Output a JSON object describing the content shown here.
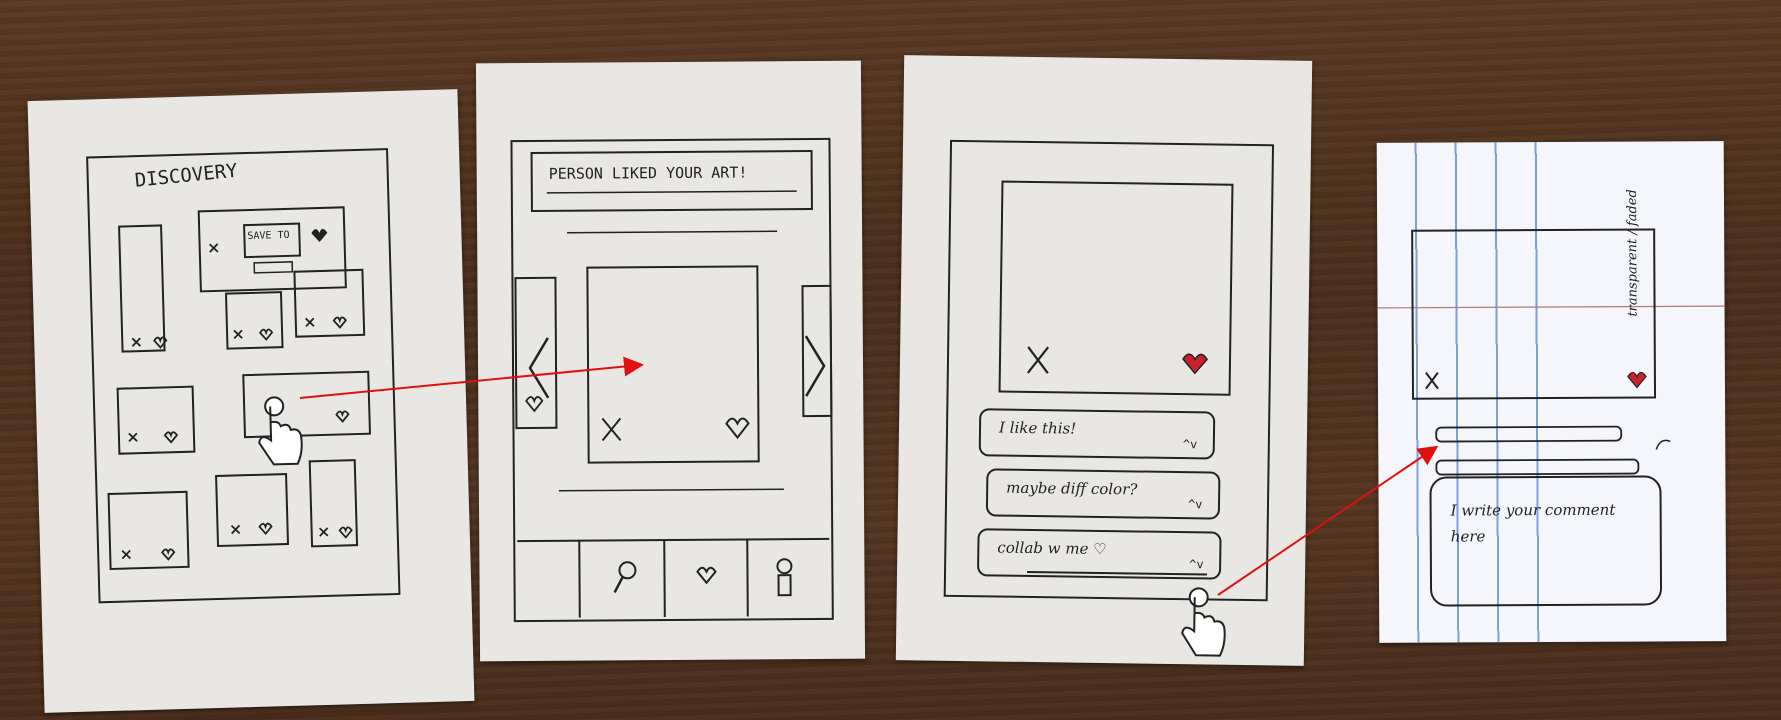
{
  "sketch1": {
    "title": "DISCOVERY",
    "save_label": "SAVE TO"
  },
  "sketch2": {
    "banner": "PERSON  LIKED YOUR ART!"
  },
  "sketch3": {
    "comments": [
      "I like this!",
      "maybe diff color?",
      "collab w me ♡"
    ]
  },
  "sketch4": {
    "input_placeholder": "I write your comment here",
    "side_note": "transparent / faded"
  },
  "colors": {
    "ink": "#222222",
    "heart": "#c8232c",
    "arrow": "#e01010",
    "paper": "#e9e7e3",
    "lined_paper": "#f4f6fb",
    "rule": "#7aa0d8"
  },
  "icons": [
    "x-icon",
    "heart-icon",
    "pointer-hand-icon",
    "search-icon",
    "profile-icon",
    "chevron-left-icon",
    "chevron-right-icon",
    "vote-arrows-icon"
  ]
}
